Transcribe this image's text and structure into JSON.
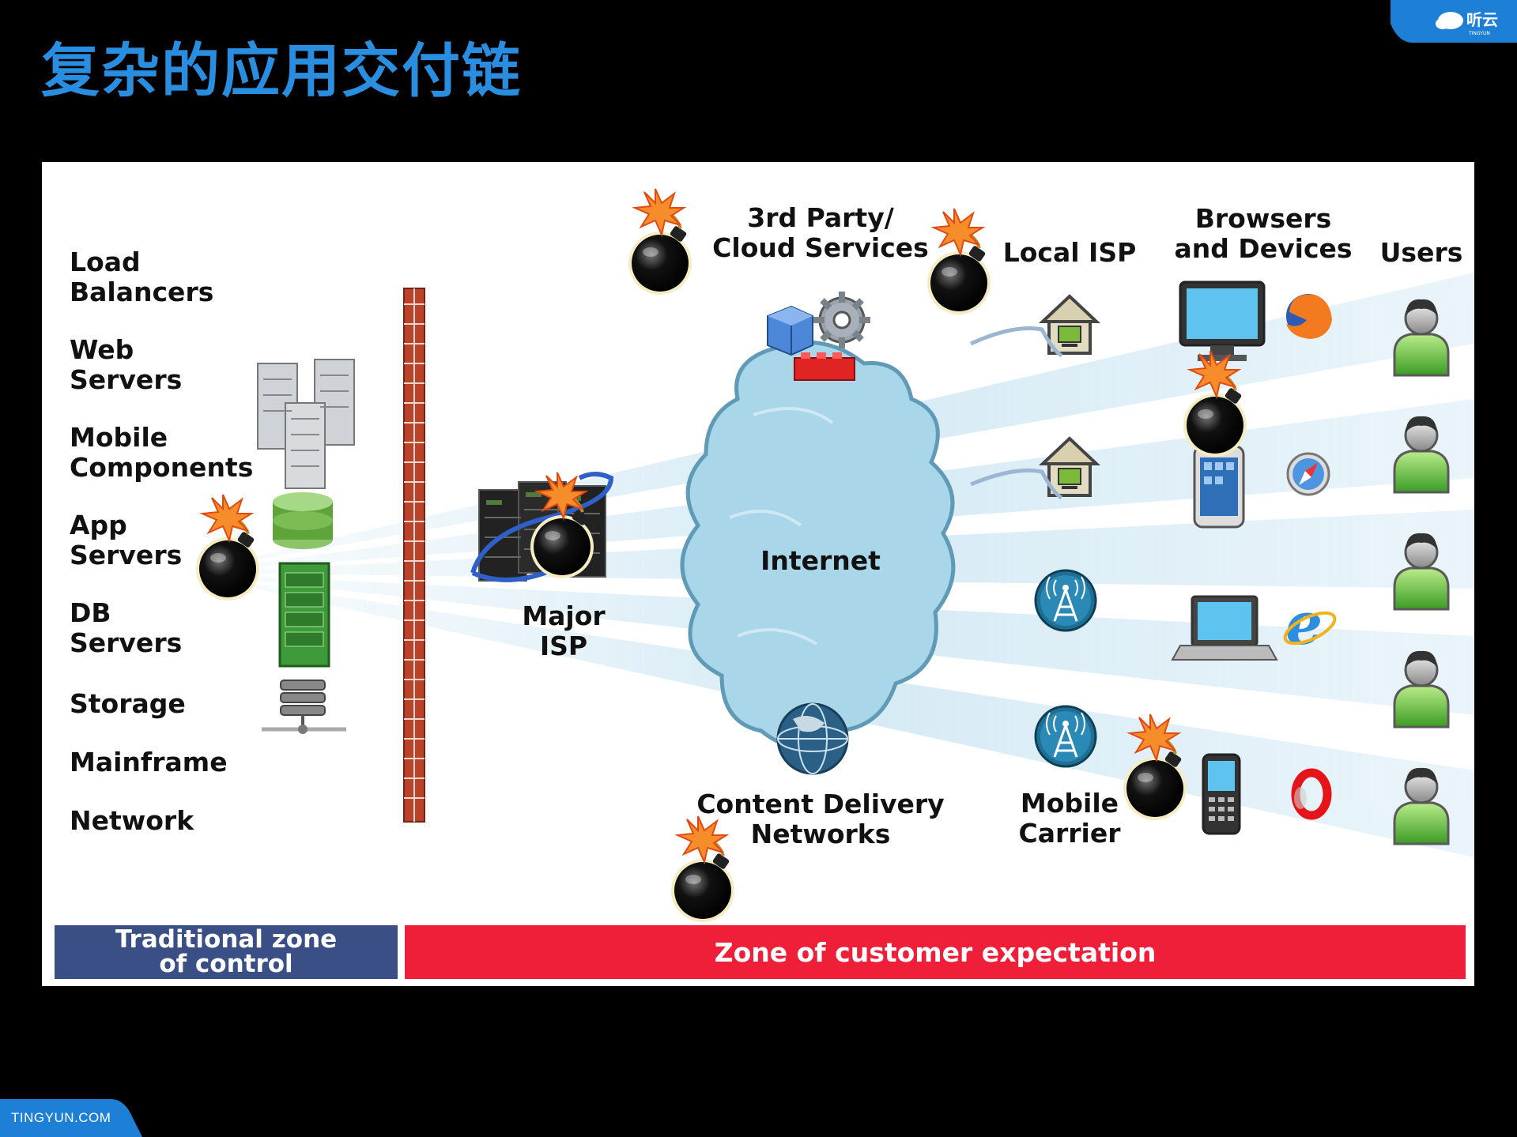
{
  "title": "复杂的应用交付链",
  "footer": "TINGYUN.COM",
  "logo_text": "听云",
  "logo_sub": "TINGYUN",
  "components": {
    "load_balancers": "Load\nBalancers",
    "web_servers": "Web\nServers",
    "mobile_components": "Mobile\nComponents",
    "app_servers": "App\nServers",
    "db_servers": "DB\nServers",
    "storage": "Storage",
    "mainframe": "Mainframe",
    "network": "Network"
  },
  "nodes": {
    "major_isp": "Major\nISP",
    "third_party": "3rd Party/\nCloud Services",
    "internet": "Internet",
    "cdn": "Content Delivery\nNetworks",
    "local_isp": "Local ISP",
    "mobile_carrier": "Mobile\nCarrier",
    "browsers": "Browsers\nand Devices",
    "users": "Users"
  },
  "zones": {
    "traditional": "Traditional zone\nof control",
    "customer": "Zone of customer expectation"
  },
  "colors": {
    "title": "#2a8ee0",
    "traditional_zone": "#3a4f86",
    "customer_zone": "#ef1f3a",
    "brick": "#b8432a",
    "cloud": "#a9d6e8"
  },
  "icons": [
    "server-icon",
    "database-icon",
    "storage-icon",
    "firewall-icon",
    "bomb-icon",
    "cloud-icon",
    "gear-icon",
    "cube-icon",
    "globe-icon",
    "house-icon",
    "antenna-icon",
    "monitor-icon",
    "smartphone-icon",
    "laptop-icon",
    "cellphone-icon",
    "firefox-icon",
    "safari-icon",
    "ie-icon",
    "opera-icon",
    "user-icon"
  ]
}
